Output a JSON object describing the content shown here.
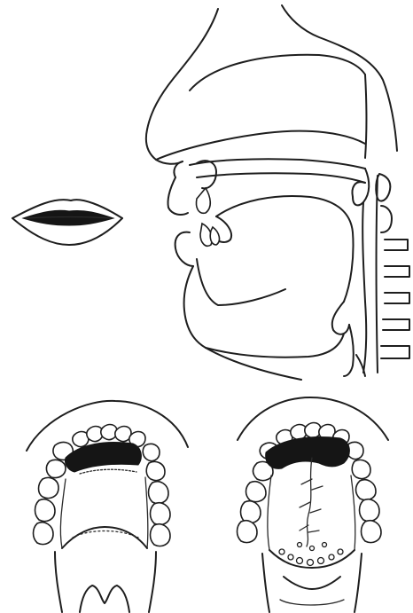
{
  "figure": {
    "panels": [
      {
        "key": "lips",
        "name": "lips-front-view"
      },
      {
        "key": "profile",
        "name": "sagittal-section"
      },
      {
        "key": "left_palate",
        "name": "palatogram-left"
      },
      {
        "key": "right_palate",
        "name": "palatogram-right"
      }
    ],
    "colors": {
      "line": "#1e1e1e",
      "contact_fill": "#151515",
      "background": "#ffffff"
    }
  }
}
